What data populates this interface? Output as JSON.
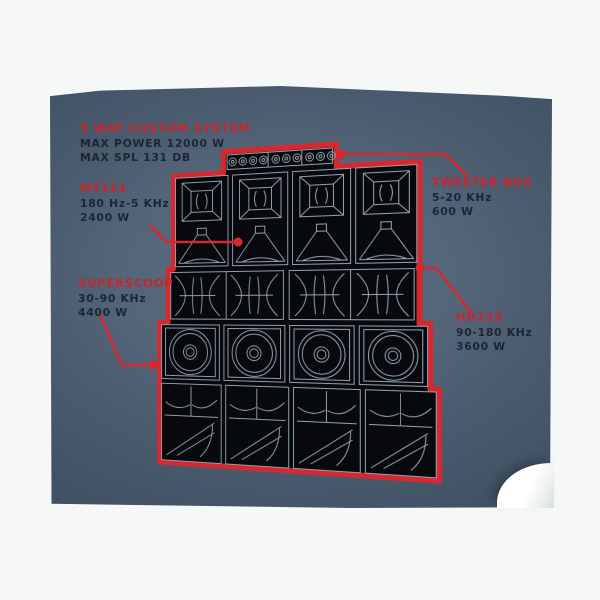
{
  "poster": {
    "system": {
      "title": "5 WAY CUSTOM SYSTEM",
      "line1": "MAX POWER 12000 W",
      "line2": "MAX SPL 131 DB"
    },
    "labels": [
      {
        "name": "MT121",
        "freq": "180 Hz-5 KHz",
        "power": "2400 W"
      },
      {
        "name": "SUPERSCOOP",
        "freq": "30-90 KHz",
        "power": "4400 W"
      },
      {
        "name": "TWEETER BOX",
        "freq": "5-20 KHz",
        "power": "600 W"
      },
      {
        "name": "HD215",
        "freq": "90-180 KHz",
        "power": "3600 W"
      }
    ],
    "colors": {
      "accent_red": "#c8262d",
      "outline_red": "#d7282f",
      "dark_text": "#1d2530",
      "cabinet_black": "#07090c",
      "cabinet_line": "#8fa2b3",
      "poster_center": "#5d6e80",
      "poster_edge": "#415264"
    },
    "illustration": "5-way-sound-system-speaker-stack"
  }
}
